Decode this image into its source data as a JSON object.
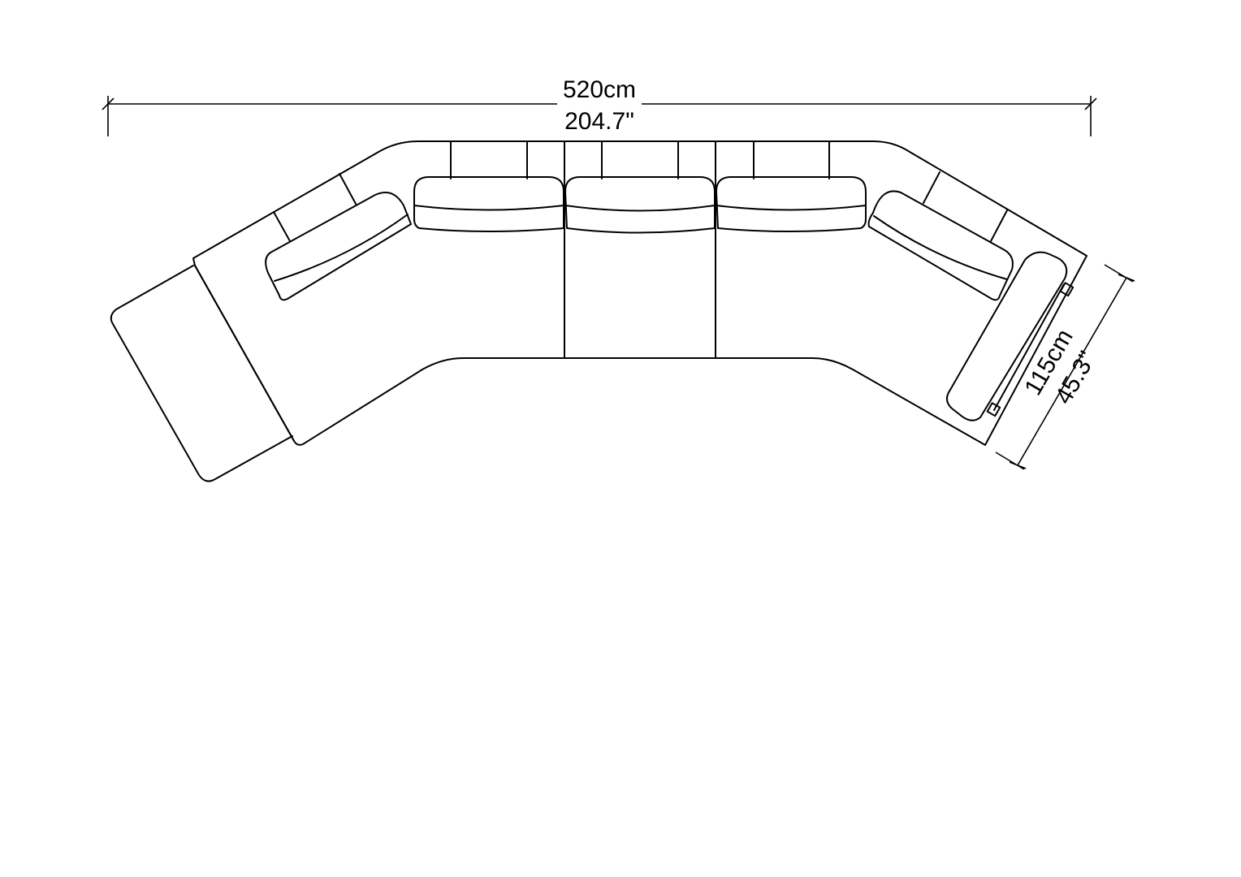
{
  "diagram": {
    "subject": "sofa-plan",
    "colors": {
      "line": "#000000",
      "background": "#ffffff"
    },
    "dimensions": {
      "width": {
        "metric": "520cm",
        "imperial": "204.7\""
      },
      "depth": {
        "metric": "115cm",
        "imperial": "45.3\""
      }
    }
  }
}
